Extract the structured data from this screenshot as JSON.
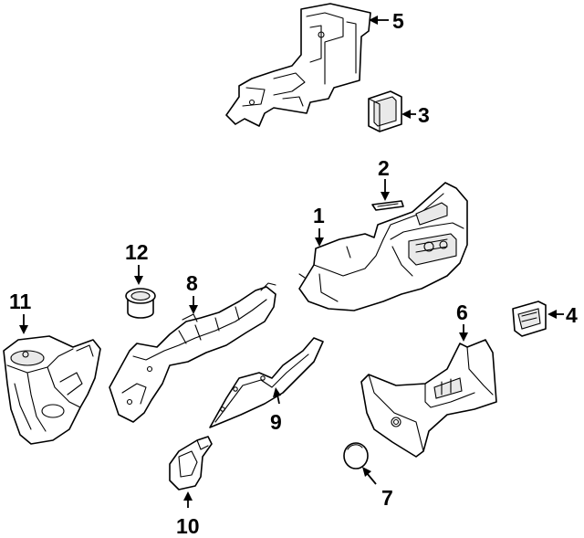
{
  "callouts": {
    "c1": "1",
    "c2": "2",
    "c3": "3",
    "c4": "4",
    "c5": "5",
    "c6": "6",
    "c7": "7",
    "c8": "8",
    "c9": "9",
    "c10": "10",
    "c11": "11",
    "c12": "12"
  },
  "colors": {
    "line": "#000000",
    "background": "#ffffff",
    "fill": "#ffffff"
  }
}
